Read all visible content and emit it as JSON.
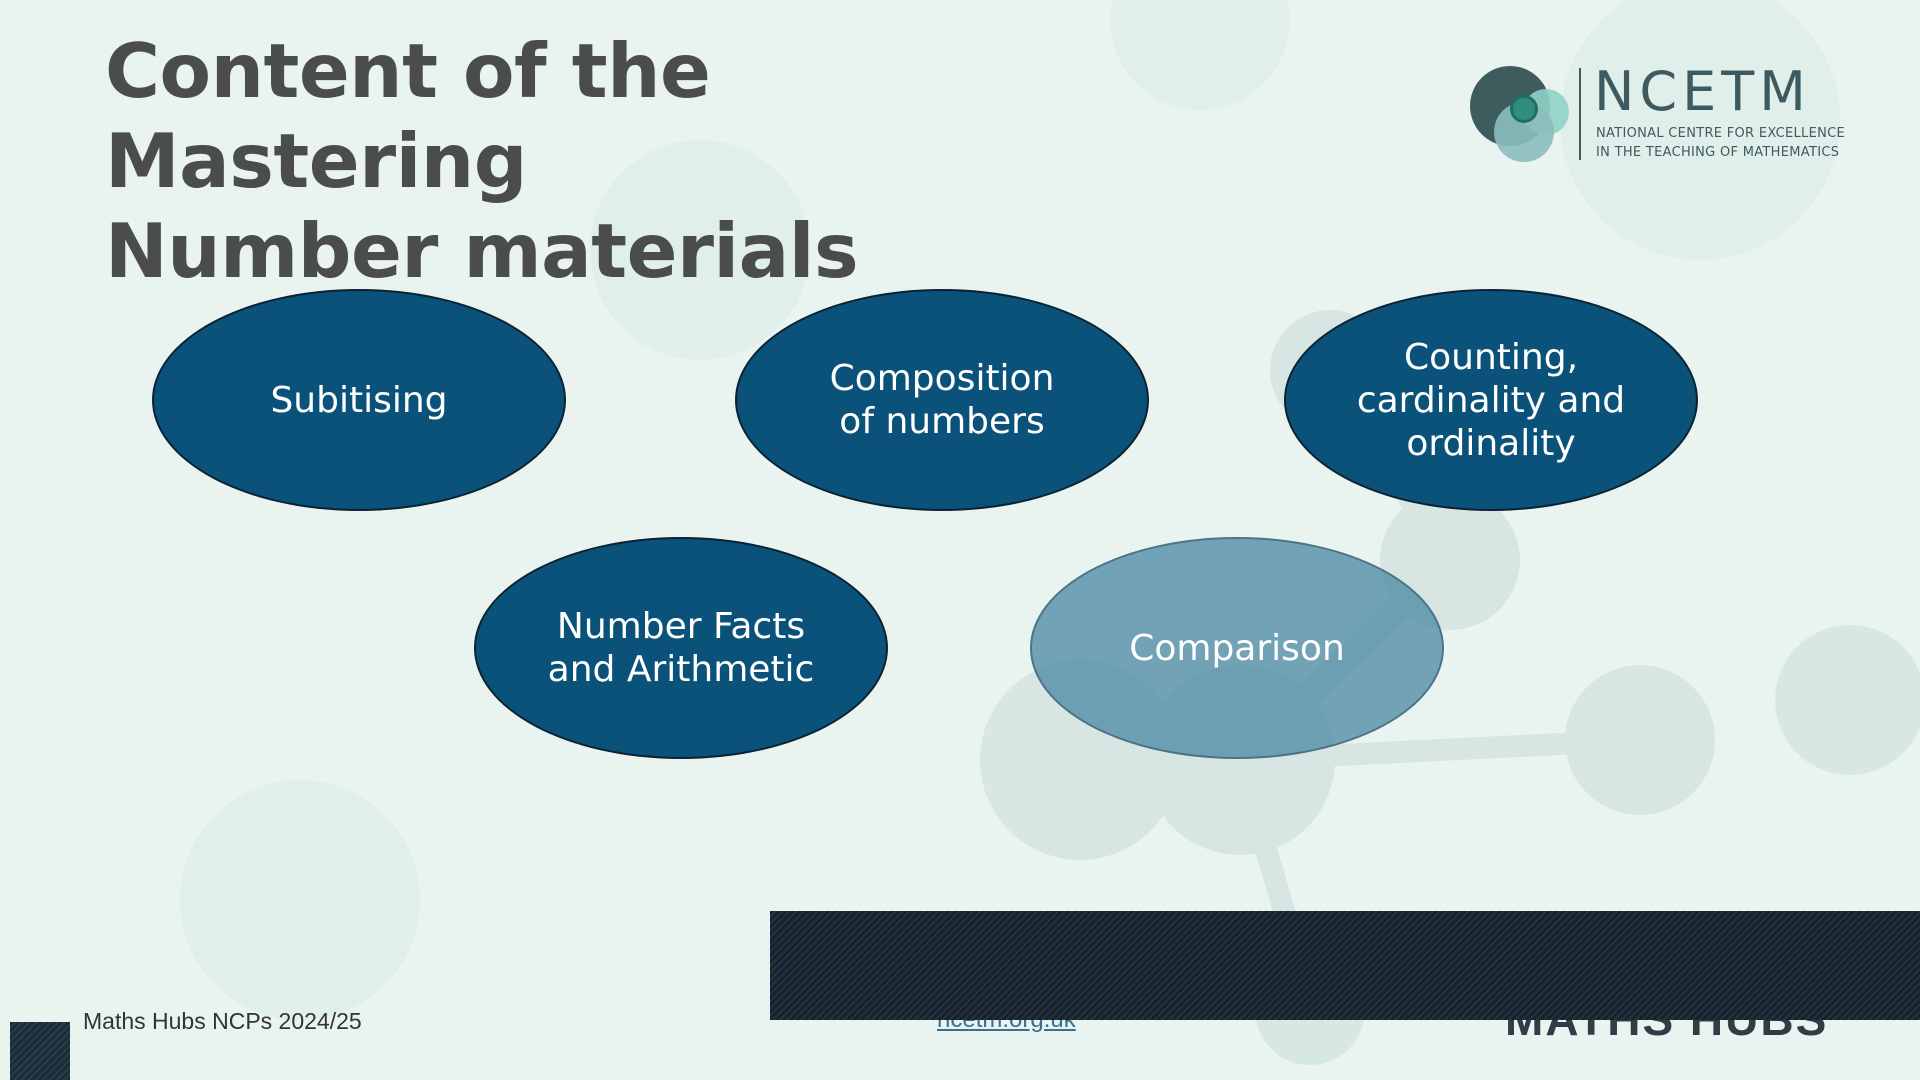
{
  "slide": {
    "title_line1": "Content of the Mastering",
    "title_line2": "Number materials"
  },
  "logo": {
    "name": "NCETM",
    "subtitle_line1": "NATIONAL CENTRE FOR EXCELLENCE",
    "subtitle_line2": "IN THE TEACHING OF MATHEMATICS"
  },
  "topics": [
    {
      "label": "Subitising",
      "state": "active"
    },
    {
      "label": "Composition of numbers",
      "state": "active"
    },
    {
      "label": "Counting, cardinality and ordinality",
      "state": "active"
    },
    {
      "label": "Number Facts and Arithmetic",
      "state": "active"
    },
    {
      "label": "Comparison",
      "state": "faded"
    }
  ],
  "footer": {
    "label": "Maths Hubs NCPs 2024/25",
    "link": "ncetm.org.uk",
    "brand": "MATHS HUBS"
  },
  "colors": {
    "background": "#e9f4f1",
    "title": "#4a4d4c",
    "ellipse_fill": "#0a5279",
    "ellipse_faded_fill": "#508aa4",
    "logo": "#3d5a61",
    "overlay_bar": "#1b2832"
  }
}
